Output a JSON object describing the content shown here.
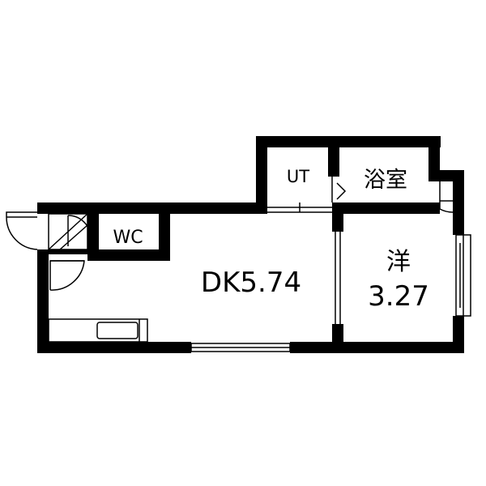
{
  "rooms": {
    "dk": {
      "name": "DK",
      "area": "5.74",
      "label": "DK5.74"
    },
    "western": {
      "name": "洋",
      "area": "3.27"
    },
    "bath": {
      "name": "浴室"
    },
    "utility": {
      "name": "UT"
    },
    "toilet": {
      "name": "WC"
    }
  },
  "colors": {
    "wall": "#000000",
    "background": "#ffffff"
  }
}
